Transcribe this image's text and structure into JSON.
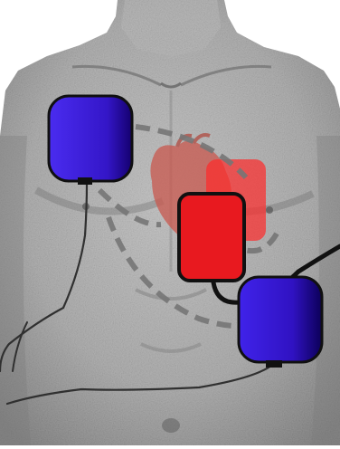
{
  "scene": {
    "subject": "torso-illustration",
    "colors": {
      "background": "#ffffff",
      "skin_light": "#cfcfcf",
      "skin_mid": "#a8a8a8",
      "skin_dark": "#6e6e6e",
      "pad_blue": "#3a1fd8",
      "pad_blue_dark": "#12007a",
      "pad_red": "#e8191f",
      "pad_red_light": "#ff3d3d",
      "heart": "#c9584e",
      "dash": "#7a7a7a",
      "cable": "#2a2a2a"
    },
    "elements": [
      "torso",
      "heart-icon",
      "blue-electrode-pad-upper",
      "blue-electrode-pad-lower",
      "red-electrode-pad-front",
      "red-electrode-pad-back",
      "dashed-placement-outline",
      "electrode-cables"
    ]
  }
}
